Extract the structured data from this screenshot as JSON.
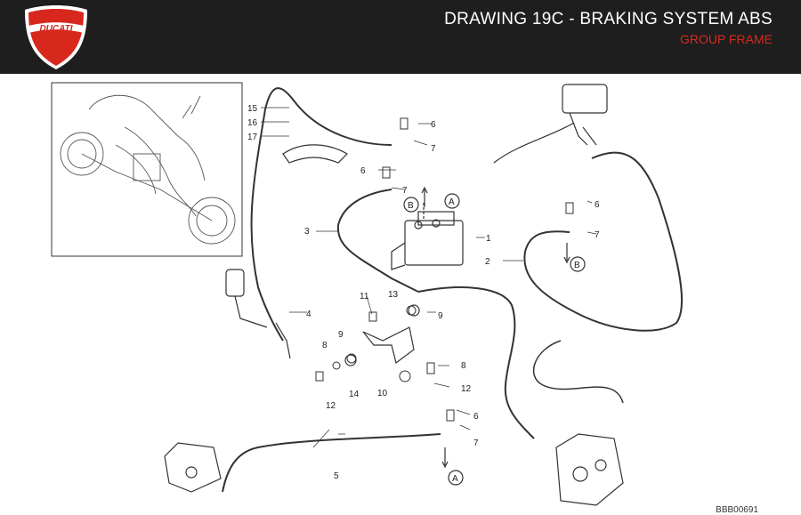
{
  "header": {
    "title": "DRAWING 19C - BRAKING SYSTEM ABS",
    "subtitle": "GROUP FRAME",
    "logo_text": "DUCATI"
  },
  "drawing_code": "BBB00691",
  "refs": {
    "A": "A",
    "B": "B"
  },
  "part_labels": {
    "p1": "1",
    "p2": "2",
    "p3": "3",
    "p4": "4",
    "p5": "5",
    "p6a": "6",
    "p6b": "6",
    "p6c": "6",
    "p6d": "6",
    "p7a": "7",
    "p7b": "7",
    "p7c": "7",
    "p7d": "7",
    "p8a": "8",
    "p8b": "8",
    "p9a": "9",
    "p9b": "9",
    "p10": "10",
    "p11": "11",
    "p12a": "12",
    "p12b": "12",
    "p13": "13",
    "p14": "14",
    "p15": "15",
    "p16": "16",
    "p17": "17"
  },
  "colors": {
    "header_bg": "#1e1e1e",
    "accent": "#d8281e",
    "line": "#333333"
  }
}
